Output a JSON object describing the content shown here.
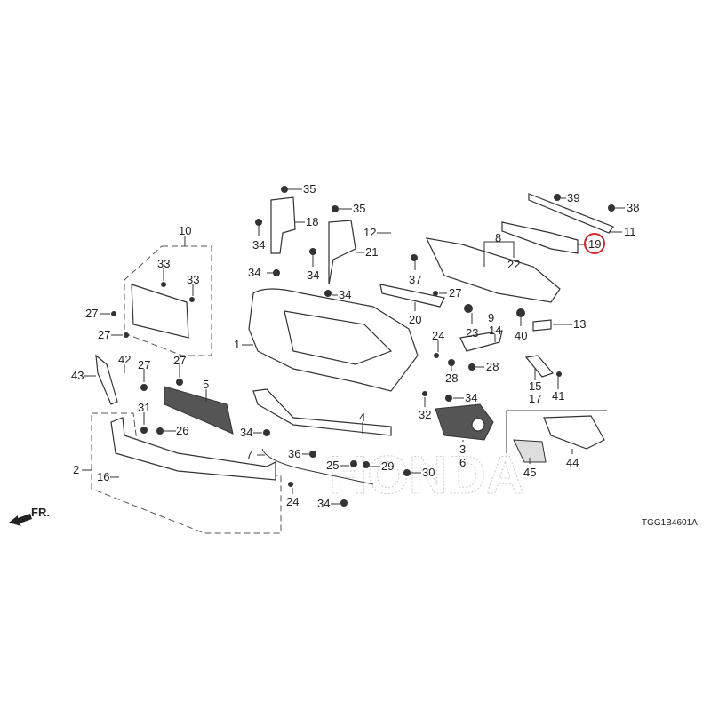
{
  "diagram_code": "TGG1B4601A",
  "direction_label": "FR.",
  "highlight_color": "#d9252a",
  "highlighted_part": "19",
  "watermark": "HONDA",
  "callouts": [
    "35",
    "35",
    "18",
    "34",
    "34",
    "12",
    "21",
    "34",
    "34",
    "10",
    "33",
    "33",
    "27",
    "27",
    "37",
    "27",
    "20",
    "8",
    "22",
    "39",
    "38",
    "11",
    "19",
    "23",
    "40",
    "13",
    "9",
    "14",
    "24",
    "28",
    "28",
    "15",
    "17",
    "41",
    "1",
    "43",
    "42",
    "27",
    "27",
    "5",
    "31",
    "26",
    "34",
    "4",
    "32",
    "34",
    "3",
    "6",
    "7",
    "36",
    "25",
    "29",
    "30",
    "2",
    "16",
    "24",
    "34",
    "45",
    "44"
  ]
}
